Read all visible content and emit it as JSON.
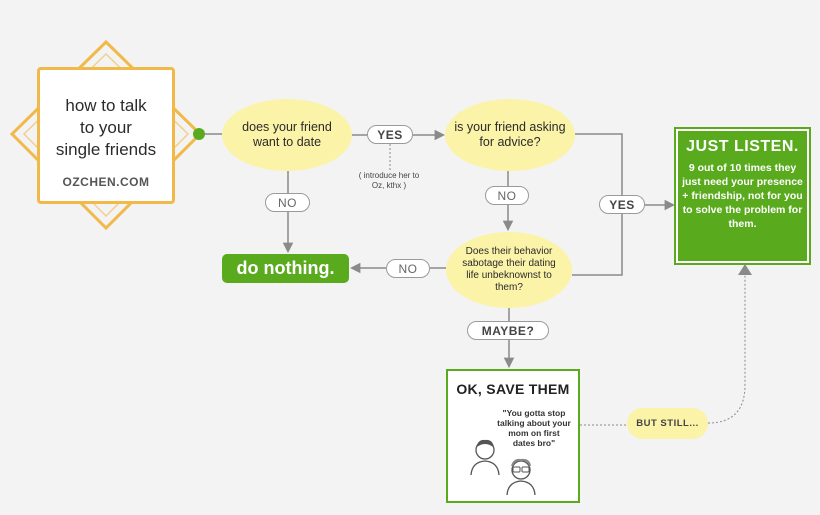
{
  "title": {
    "lines": [
      "how to talk",
      "to your",
      "single friends"
    ],
    "site": "OZCHEN.COM"
  },
  "questions": {
    "q1": "does your friend want to date",
    "q2": "is your friend asking for advice?",
    "q3": "Does their behavior sabotage their dating life unbeknownst to them?"
  },
  "labels": {
    "yes": "YES",
    "no": "NO",
    "maybe": "MAYBE?",
    "intro_note": "( introduce her to Oz, kthx )",
    "but_still": "BUT STILL..."
  },
  "outcomes": {
    "do_nothing": "do nothing.",
    "just_listen_title": "JUST LISTEN.",
    "just_listen_text": "9 out of 10 times they just need your presence + friendship, not for you to solve the problem for them.",
    "save_them_title": "OK, SAVE THEM",
    "save_them_quote": "\"You gotta stop talking about your mom on first dates bro\""
  },
  "colors": {
    "green": "#5aaa1e",
    "yellow": "#fbf3a7",
    "gold": "#f0b94a",
    "gray": "#8a8a8a"
  }
}
